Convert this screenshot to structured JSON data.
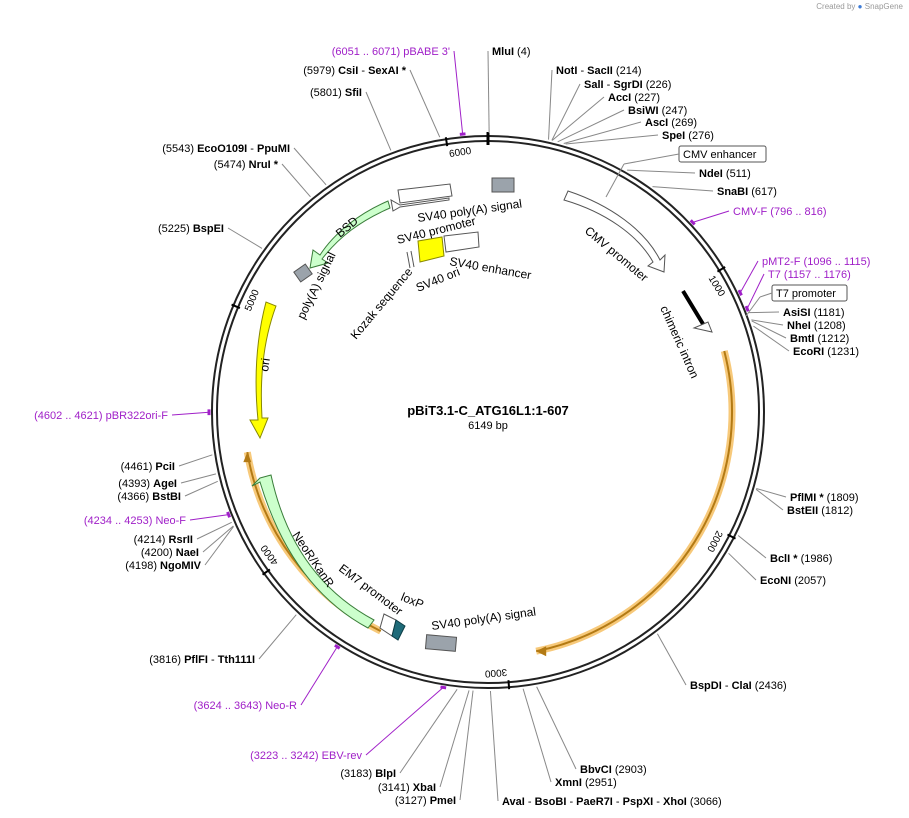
{
  "credit": {
    "prefix": "Created by",
    "brand": "SnapGene"
  },
  "plasmid": {
    "name": "pBiT3.1-C_ATG16L1:1-607",
    "length": "6149 bp",
    "bp": 6149
  },
  "ticks": [
    "1000",
    "2000",
    "3000",
    "4000",
    "5000",
    "6000"
  ],
  "colors": {
    "primer": "#a020c8",
    "backbone": "#222222",
    "ori": "#ffff00",
    "marker": "#ccffcc",
    "insert": "#ffd27f"
  },
  "enzymes": [
    {
      "name": "MluI",
      "pos": "(4)"
    },
    {
      "name": "NotI",
      "pos": ""
    },
    {
      "name": "SacII",
      "pos": "(214)"
    },
    {
      "name": "SalI",
      "pos": ""
    },
    {
      "name": "SgrDI",
      "pos": "(226)"
    },
    {
      "name": "AccI",
      "pos": "(227)"
    },
    {
      "name": "BsiWI",
      "pos": "(247)"
    },
    {
      "name": "AscI",
      "pos": "(269)"
    },
    {
      "name": "SpeI",
      "pos": "(276)"
    },
    {
      "name": "NdeI",
      "pos": "(511)"
    },
    {
      "name": "SnaBI",
      "pos": "(617)"
    },
    {
      "name": "AsiSI",
      "pos": "(1181)"
    },
    {
      "name": "NheI",
      "pos": "(1208)"
    },
    {
      "name": "BmtI",
      "pos": "(1212)"
    },
    {
      "name": "EcoRI",
      "pos": "(1231)"
    },
    {
      "name": "PflMI *",
      "pos": "(1809)"
    },
    {
      "name": "BstEII",
      "pos": "(1812)"
    },
    {
      "name": "BclI *",
      "pos": "(1986)"
    },
    {
      "name": "EcoNI",
      "pos": "(2057)"
    },
    {
      "name": "BspDI",
      "pos": ""
    },
    {
      "name": "ClaI",
      "pos": "(2436)"
    },
    {
      "name": "BbvCI",
      "pos": "(2903)"
    },
    {
      "name": "XmnI",
      "pos": "(2951)"
    },
    {
      "name": "AvaI",
      "pos": ""
    },
    {
      "name": "BsoBI",
      "pos": ""
    },
    {
      "name": "PaeR7I",
      "pos": ""
    },
    {
      "name": "PspXI",
      "pos": ""
    },
    {
      "name": "XhoI",
      "pos": "(3066)"
    },
    {
      "name": "PmeI",
      "pos": "(3127)"
    },
    {
      "name": "XbaI",
      "pos": "(3141)"
    },
    {
      "name": "BlpI",
      "pos": "(3183)"
    },
    {
      "name": "PflFI",
      "pos": "(3816)"
    },
    {
      "name": "Tth111I",
      "pos": ""
    },
    {
      "name": "NgoMIV",
      "pos": "(4198)"
    },
    {
      "name": "NaeI",
      "pos": "(4200)"
    },
    {
      "name": "RsrII",
      "pos": "(4214)"
    },
    {
      "name": "BstBI",
      "pos": "(4366)"
    },
    {
      "name": "AgeI",
      "pos": "(4393)"
    },
    {
      "name": "PciI",
      "pos": "(4461)"
    },
    {
      "name": "BspEI",
      "pos": "(5225)"
    },
    {
      "name": "NruI *",
      "pos": "(5474)"
    },
    {
      "name": "EcoO109I",
      "pos": "(5543)"
    },
    {
      "name": "PpuMI",
      "pos": ""
    },
    {
      "name": "SfiI",
      "pos": "(5801)"
    },
    {
      "name": "CsiI",
      "pos": "(5979)"
    },
    {
      "name": "SexAI *",
      "pos": ""
    }
  ],
  "primers": [
    {
      "name": "pBABE 3'",
      "range": "(6051 .. 6071)"
    },
    {
      "name": "CMV-F",
      "range": "(796 .. 816)"
    },
    {
      "name": "pMT2-F",
      "range": "(1096 .. 1115)"
    },
    {
      "name": "T7",
      "range": "(1157 .. 1176)"
    },
    {
      "name": "EBV-rev",
      "range": "(3223 .. 3242)"
    },
    {
      "name": "Neo-R",
      "range": "(3624 .. 3643)"
    },
    {
      "name": "Neo-F",
      "range": "(4234 .. 4253)"
    },
    {
      "name": "pBR322ori-F",
      "range": "(4602 .. 4621)"
    }
  ],
  "boxed_features": {
    "cmv_enhancer": "CMV enhancer",
    "t7_promoter": "T7 promoter"
  },
  "features": {
    "sv40_polya_top": "SV40 poly(A) signal",
    "sv40_promoter": "SV40 promoter",
    "sv40_enhancer": "SV40 enhancer",
    "sv40_ori": "SV40 ori",
    "kozak": "Kozak sequence",
    "cmv_promoter": "CMV promoter",
    "chimeric_intron": "chimeric intron",
    "bsd": "BSD",
    "polya_signal": "poly(A) signal",
    "ori": "ori",
    "neokanr": "NeoR/KanR",
    "em7": "EM7 promoter",
    "loxp": "loxP",
    "sv40_polya_bottom": "SV40 poly(A) signal"
  }
}
